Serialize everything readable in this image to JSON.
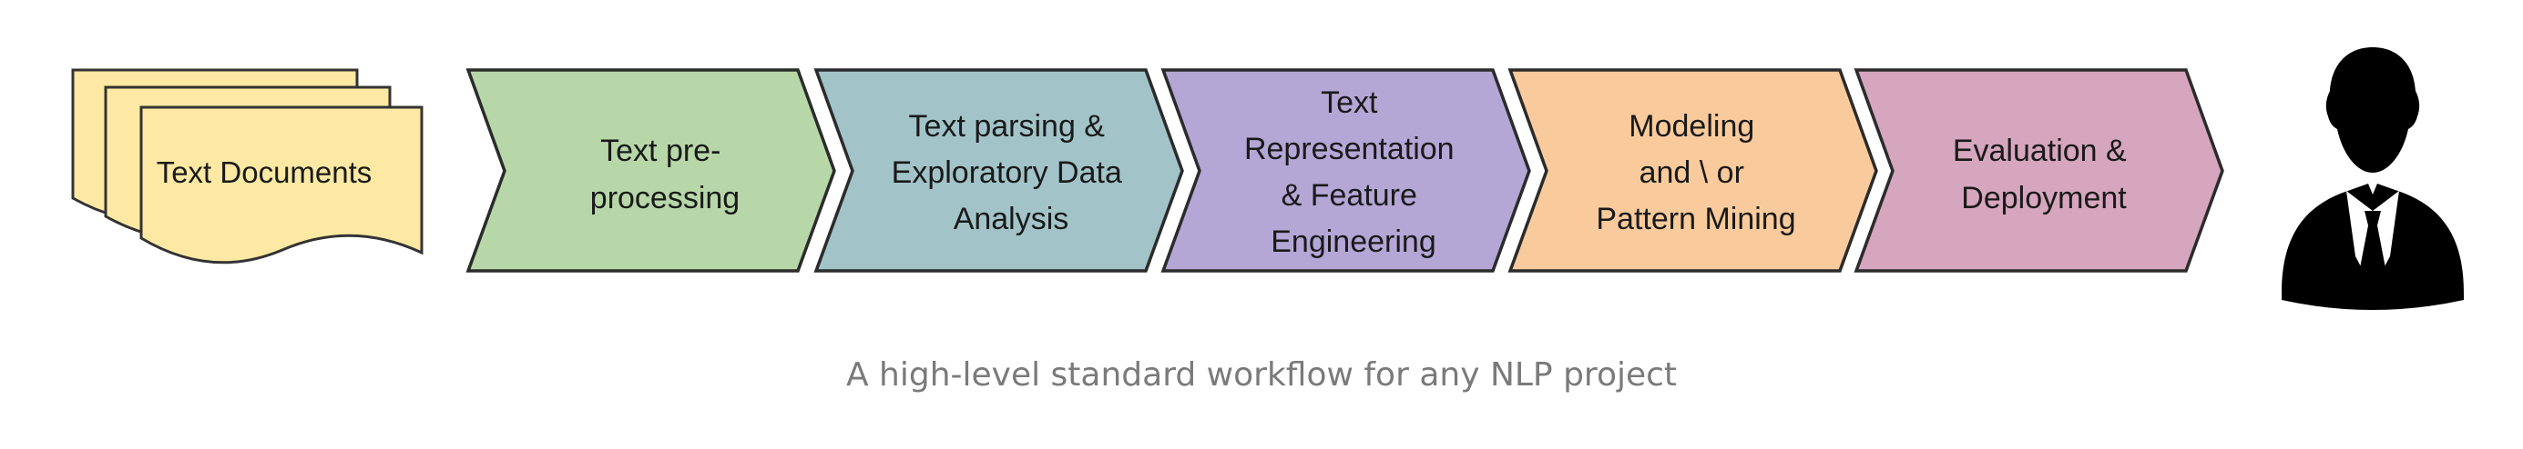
{
  "diagram": {
    "documents": {
      "label": "Text Documents",
      "fill": "#fde9a3",
      "icon": "document-stack-icon"
    },
    "steps": [
      {
        "lines": [
          "Text pre-",
          "processing"
        ],
        "fill": "#b7d7a8"
      },
      {
        "lines": [
          "Text parsing &",
          "Exploratory Data",
          "Analysis"
        ],
        "fill": "#a2c4c9"
      },
      {
        "lines": [
          "Text",
          "Representation",
          "& Feature",
          "Engineering"
        ],
        "fill": "#b4a7d6"
      },
      {
        "lines": [
          "Modeling",
          "and \\ or",
          "Pattern Mining"
        ],
        "fill": "#f9cb9c"
      },
      {
        "lines": [
          "Evaluation &",
          "Deployment"
        ],
        "fill": "#d5a6bd"
      }
    ],
    "end_user_icon": "businessman-icon"
  },
  "caption": "A high-level standard workflow for any NLP project"
}
